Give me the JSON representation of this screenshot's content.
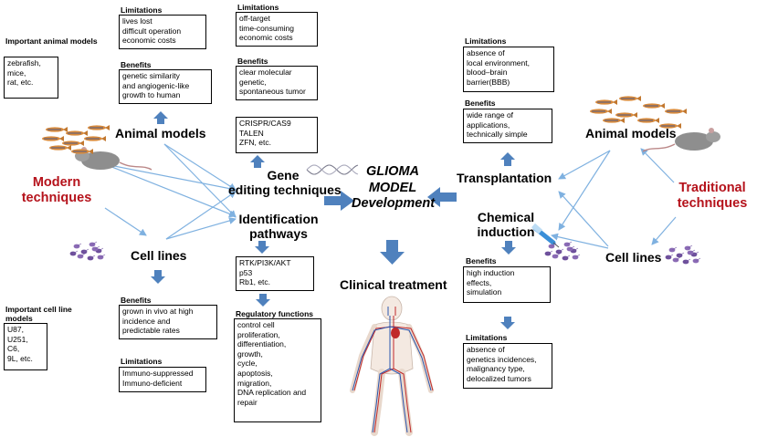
{
  "colors": {
    "arrow_blue": "#4f81bd",
    "thin_arrow_blue": "#7fb1e0",
    "accent_red": "#b5121b"
  },
  "center": {
    "title_lines": [
      "GLIOMA",
      "MODEL",
      "Development"
    ]
  },
  "clinical": {
    "label": "Clinical treatment"
  },
  "left": {
    "category": {
      "lines": [
        "Modern",
        "techniques"
      ]
    },
    "animal_models_label": "Animal models",
    "cell_lines_label": "Cell lines",
    "important_animal_models": {
      "header": "Important animal models",
      "items": [
        "zebrafish,",
        "mice,",
        "rat, etc."
      ]
    },
    "animal_limitations": {
      "header": "Limitations",
      "items": [
        "lives lost",
        "difficult operation",
        "economic costs"
      ]
    },
    "animal_benefits": {
      "header": "Benefits",
      "items": [
        "genetic similarity",
        "and angiogenic-like",
        "growth to human"
      ]
    },
    "cell_benefits": {
      "header": "Benefits",
      "items": [
        "grown in vivo at high",
        "incidence and",
        "predictable rates"
      ]
    },
    "important_cell_line_models": {
      "header_lines": [
        "Important cell line",
        "models"
      ],
      "items": [
        "U87,",
        "U251,",
        "C6,",
        "9L, etc."
      ]
    },
    "cell_limitations": {
      "header": "Limitations",
      "items": [
        "Immuno-suppressed",
        "Immuno-deficient"
      ]
    }
  },
  "gene": {
    "label_lines": [
      "Gene",
      "editing techniques"
    ],
    "limitations": {
      "header": "Limitations",
      "items": [
        "off-target",
        "time-consuming",
        "economic costs"
      ]
    },
    "benefits": {
      "header": "Benefits",
      "items": [
        "clear molecular",
        "genetic,",
        "spontaneous tumor"
      ]
    },
    "tools": {
      "items": [
        "CRISPR/CAS9",
        "TALEN",
        "ZFN, etc."
      ]
    }
  },
  "pathways": {
    "label_lines": [
      "Identification",
      "pathways"
    ],
    "list": {
      "items": [
        "RTK/PI3K/AKT",
        "p53",
        "Rb1, etc."
      ]
    },
    "regulatory": {
      "header": "Regulatory functions",
      "items": [
        "control cell",
        "proliferation,",
        "differentiation,",
        "growth,",
        "cycle,",
        "apoptosis,",
        "migration,",
        "DNA replication and",
        "repair"
      ]
    }
  },
  "right": {
    "category": {
      "lines": [
        "Traditional",
        "techniques"
      ]
    },
    "animal_models_label": "Animal models",
    "cell_lines_label": "Cell lines",
    "transplantation": {
      "label": "Transplantation",
      "limitations": {
        "header": "Limitations",
        "items": [
          "absence of",
          "local environment,",
          "blood–brain",
          "barrier(BBB)"
        ]
      },
      "benefits": {
        "header": "Benefits",
        "items": [
          "wide range of",
          "applications,",
          "technically simple"
        ]
      }
    },
    "chemical": {
      "label_lines": [
        "Chemical",
        "induction"
      ],
      "benefits": {
        "header": "Benefits",
        "items": [
          "high induction",
          "effects,",
          "simulation"
        ]
      },
      "limitations": {
        "header": "Limitations",
        "items": [
          "absence of",
          "genetics incidences,",
          "malignancy type,",
          "delocalized tumors"
        ]
      }
    }
  }
}
